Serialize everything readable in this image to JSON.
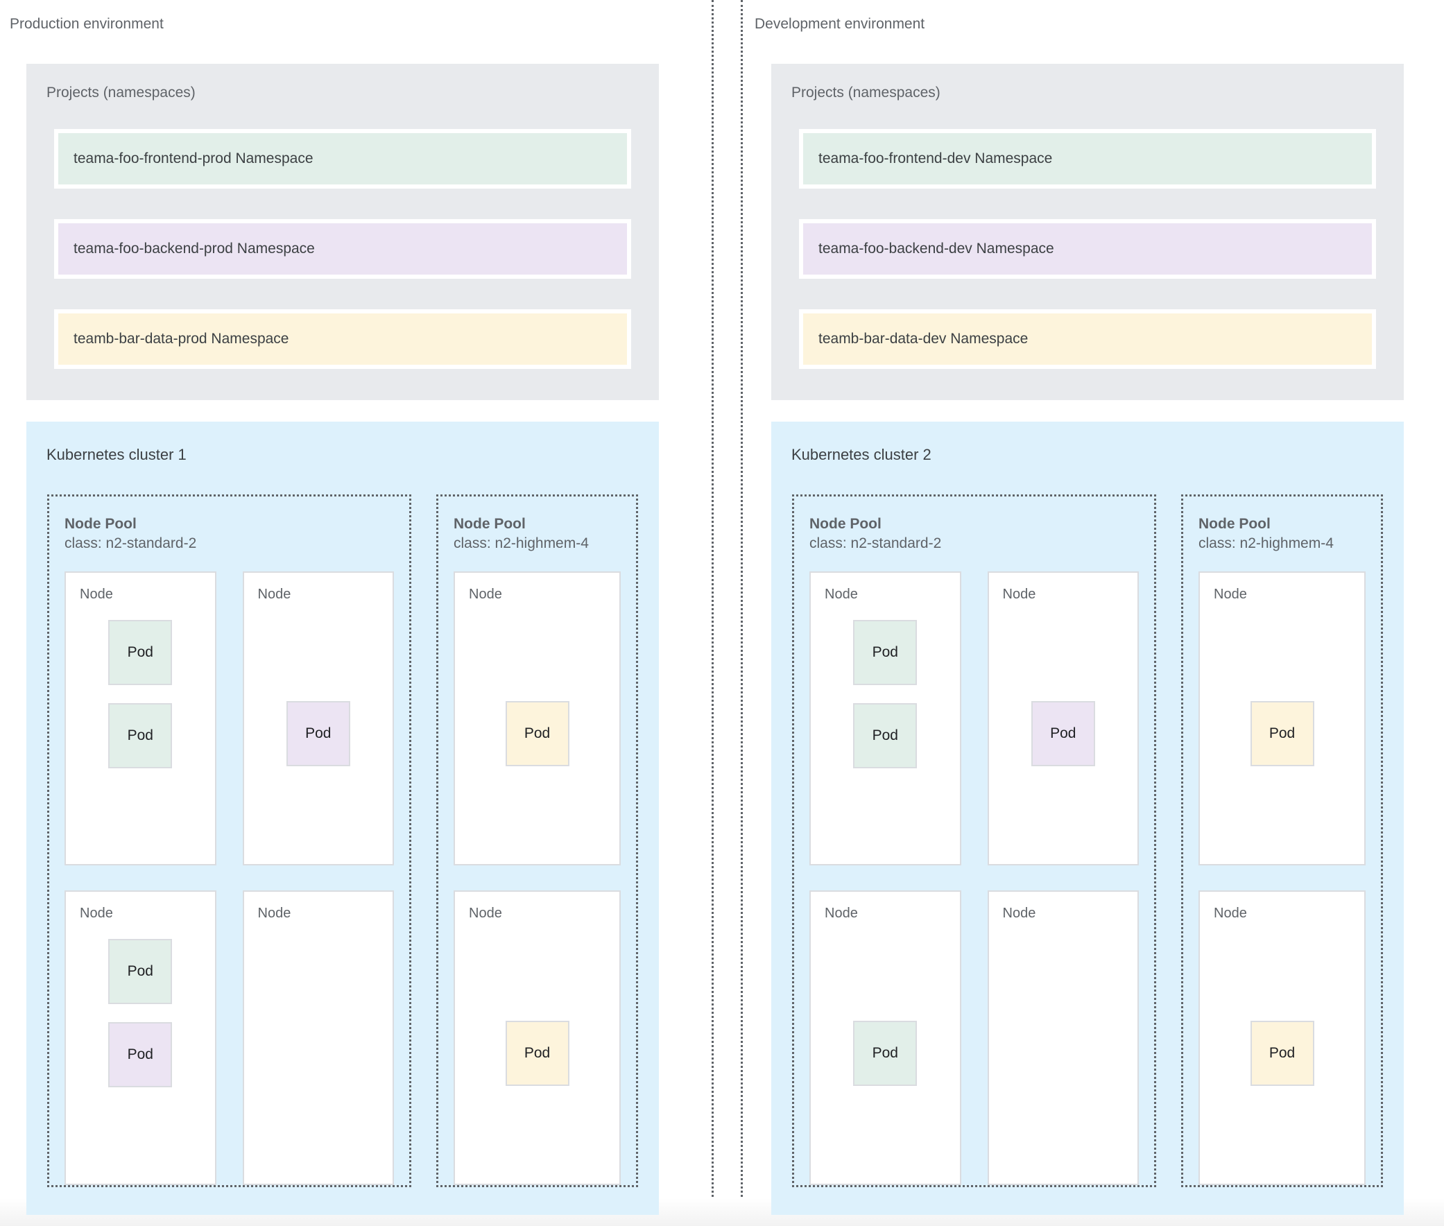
{
  "colors": {
    "green": "#e2efe9",
    "purple": "#ece4f3",
    "yellow": "#fdf4dc",
    "cluster_bg": "#ddf1fc",
    "projects_bg": "#e8eaed",
    "node_border": "#dadce0",
    "text": "#5f6368"
  },
  "labels": {
    "node": "Node",
    "pod": "Pod",
    "projects_title": "Projects (namespaces)",
    "pool_name": "Node Pool"
  },
  "environments": [
    {
      "title": "Production environment",
      "projects": {
        "title": "Projects (namespaces)",
        "namespaces": [
          {
            "label": "teama-foo-frontend-prod Namespace",
            "color": "green"
          },
          {
            "label": "teama-foo-backend-prod Namespace",
            "color": "purple"
          },
          {
            "label": "teamb-bar-data-prod Namespace",
            "color": "yellow"
          }
        ]
      },
      "cluster": {
        "title": "Kubernetes cluster 1",
        "pools": [
          {
            "name": "Node Pool",
            "class": "class: n2-standard-2",
            "columns": [
              {
                "nodes": [
                  {
                    "label": "Node",
                    "align": "top",
                    "pods": [
                      {
                        "label": "Pod",
                        "color": "green"
                      },
                      {
                        "label": "Pod",
                        "color": "green"
                      }
                    ]
                  },
                  {
                    "label": "Node",
                    "align": "top",
                    "pods": [
                      {
                        "label": "Pod",
                        "color": "green"
                      },
                      {
                        "label": "Pod",
                        "color": "purple"
                      }
                    ]
                  }
                ]
              },
              {
                "nodes": [
                  {
                    "label": "Node",
                    "align": "center",
                    "pods": [
                      {
                        "label": "Pod",
                        "color": "purple"
                      }
                    ]
                  },
                  {
                    "label": "Node",
                    "align": "center",
                    "pods": []
                  }
                ]
              }
            ]
          },
          {
            "name": "Node Pool",
            "class": "class: n2-highmem-4",
            "columns": [
              {
                "nodes": [
                  {
                    "label": "Node",
                    "align": "center",
                    "pods": [
                      {
                        "label": "Pod",
                        "color": "yellow"
                      }
                    ]
                  },
                  {
                    "label": "Node",
                    "align": "center",
                    "pods": [
                      {
                        "label": "Pod",
                        "color": "yellow"
                      }
                    ]
                  }
                ]
              }
            ]
          }
        ]
      }
    },
    {
      "title": "Development environment",
      "projects": {
        "title": "Projects (namespaces)",
        "namespaces": [
          {
            "label": "teama-foo-frontend-dev Namespace",
            "color": "green"
          },
          {
            "label": "teama-foo-backend-dev Namespace",
            "color": "purple"
          },
          {
            "label": "teamb-bar-data-dev Namespace",
            "color": "yellow"
          }
        ]
      },
      "cluster": {
        "title": "Kubernetes cluster 2",
        "pools": [
          {
            "name": "Node Pool",
            "class": "class: n2-standard-2",
            "columns": [
              {
                "nodes": [
                  {
                    "label": "Node",
                    "align": "top",
                    "pods": [
                      {
                        "label": "Pod",
                        "color": "green"
                      },
                      {
                        "label": "Pod",
                        "color": "green"
                      }
                    ]
                  },
                  {
                    "label": "Node",
                    "align": "center",
                    "pods": [
                      {
                        "label": "Pod",
                        "color": "green"
                      }
                    ]
                  }
                ]
              },
              {
                "nodes": [
                  {
                    "label": "Node",
                    "align": "center",
                    "pods": [
                      {
                        "label": "Pod",
                        "color": "purple"
                      }
                    ]
                  },
                  {
                    "label": "Node",
                    "align": "center",
                    "pods": []
                  }
                ]
              }
            ]
          },
          {
            "name": "Node Pool",
            "class": "class: n2-highmem-4",
            "columns": [
              {
                "nodes": [
                  {
                    "label": "Node",
                    "align": "center",
                    "pods": [
                      {
                        "label": "Pod",
                        "color": "yellow"
                      }
                    ]
                  },
                  {
                    "label": "Node",
                    "align": "center",
                    "pods": [
                      {
                        "label": "Pod",
                        "color": "yellow"
                      }
                    ]
                  }
                ]
              }
            ]
          }
        ]
      }
    }
  ]
}
